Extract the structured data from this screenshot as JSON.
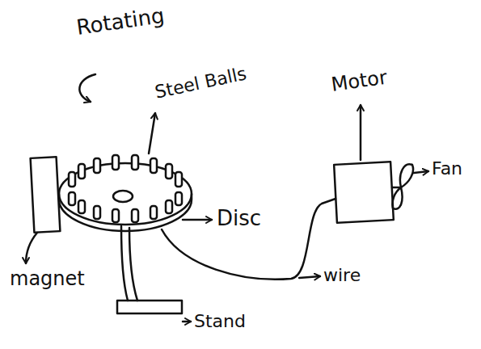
{
  "diagram": {
    "labels": [
      "Rotating",
      "Steel Balls",
      "Disc",
      "Motor",
      "Fan",
      "wire",
      "magnet",
      "Stand"
    ]
  }
}
